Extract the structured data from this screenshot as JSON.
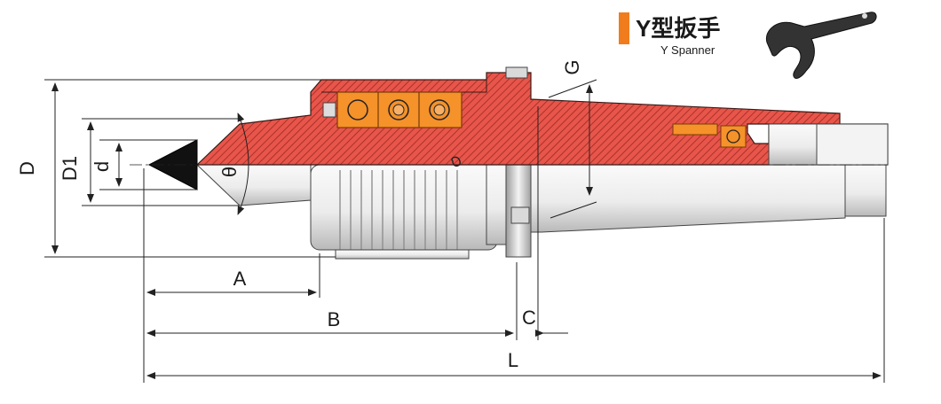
{
  "brand": {
    "title": "Y型扳手",
    "subtitle": "Y Spanner",
    "accent_color": "#f07c1e",
    "icon": "y-spanner-icon"
  },
  "dimensions": {
    "D": "D",
    "D1": "D1",
    "d": "d",
    "theta": "θ",
    "G": "G",
    "A": "A",
    "B": "B",
    "C": "C",
    "L": "L"
  },
  "colors": {
    "section_red": "#e8554a",
    "hatch": "#9a2a22",
    "bearing_orange": "#f5922a",
    "steel_light": "#f1f1f1",
    "steel_shadow": "#bdbdbd",
    "tip_black": "#111111",
    "line": "#222222"
  }
}
